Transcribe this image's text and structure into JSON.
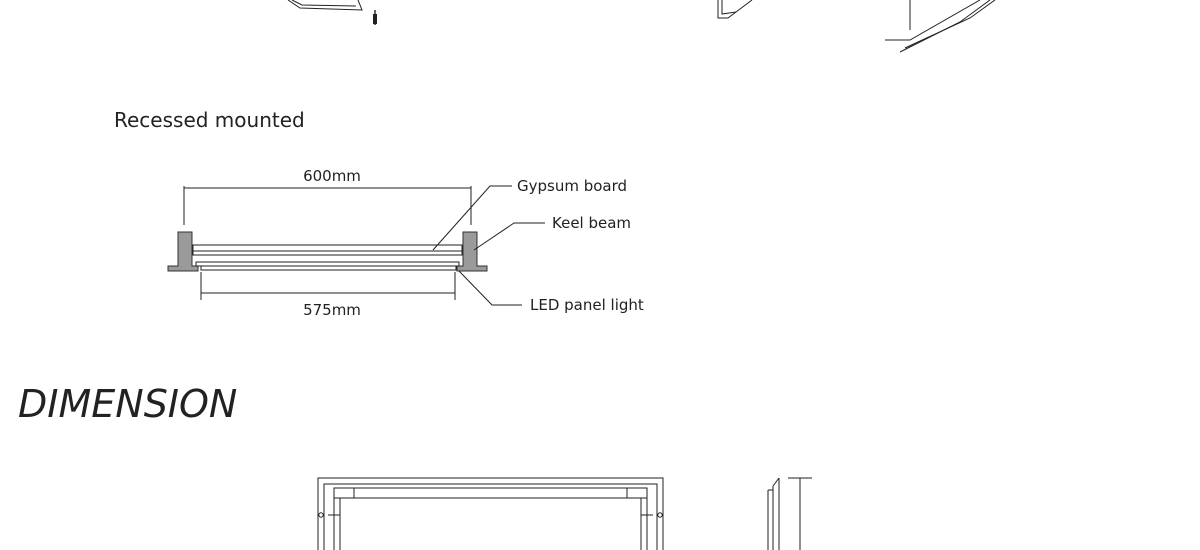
{
  "section_recessed": {
    "title": "Recessed mounted",
    "width_top": "600mm",
    "width_bottom": "575mm",
    "callouts": {
      "gypsum": "Gypsum board",
      "keel": "Keel beam",
      "led": "LED panel light"
    }
  },
  "section_dimension": {
    "title": "DIMENSION"
  },
  "colors": {
    "line": "#222222",
    "keel_fill": "#9a9a9a",
    "background": "#ffffff"
  }
}
